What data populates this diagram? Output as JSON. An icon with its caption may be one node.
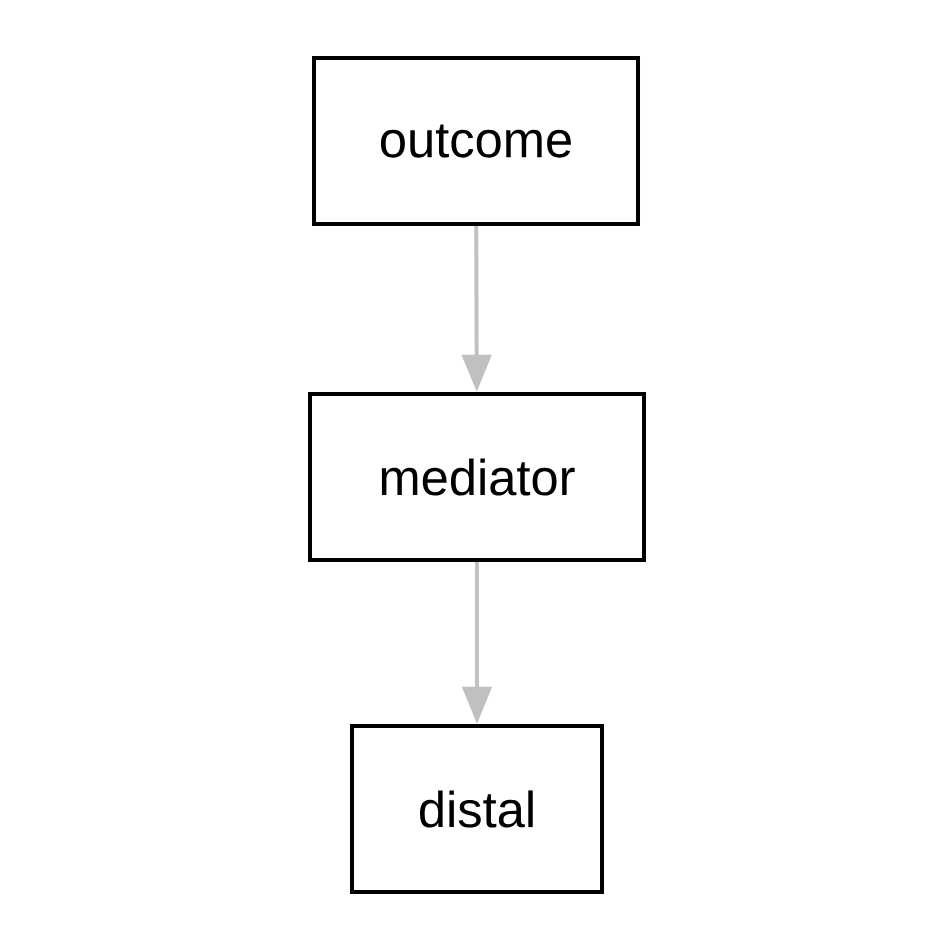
{
  "diagram": {
    "nodes": [
      {
        "text": [
          "outcome"
        ]
      },
      {
        "text": [
          "mediator"
        ]
      },
      {
        "text": [
          "distal"
        ]
      }
    ],
    "edges": [
      {
        "from": 0,
        "to": 1,
        "arrow": "to"
      },
      {
        "from": 1,
        "to": 2,
        "arrow": "to"
      }
    ]
  }
}
